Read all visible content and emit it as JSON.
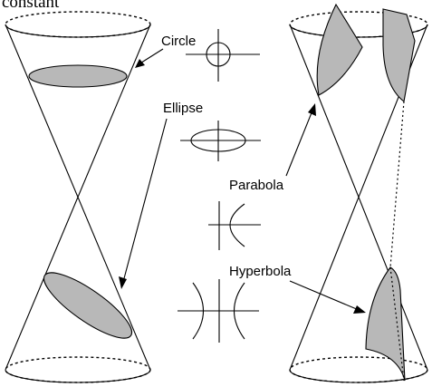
{
  "top_text_fragment": "constant",
  "labels": {
    "circle": "Circle",
    "ellipse": "Ellipse",
    "parabola": "Parabola",
    "hyperbola": "Hyperbola"
  },
  "colors": {
    "section_fill": "#b8b8b8",
    "line": "#000000",
    "background": "#ffffff"
  }
}
